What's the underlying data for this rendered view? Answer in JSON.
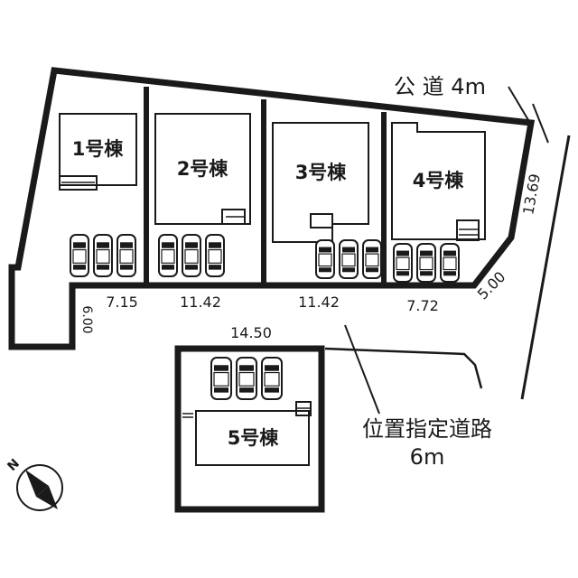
{
  "road_public": "公 道 4m",
  "road_designated_line1": "位置指定道路",
  "road_designated_line2": "6m",
  "lots": [
    {
      "label": "1号棟"
    },
    {
      "label": "2号棟"
    },
    {
      "label": "3号棟"
    },
    {
      "label": "4号棟"
    },
    {
      "label": "5号棟"
    }
  ],
  "dimensions": {
    "d1": "7.15",
    "d2": "11.42",
    "d3": "11.42",
    "d4": "7.72",
    "diag": "5.00",
    "east": "13.69",
    "west": "6.00",
    "south": "14.50"
  },
  "compass": {
    "label": "N"
  }
}
